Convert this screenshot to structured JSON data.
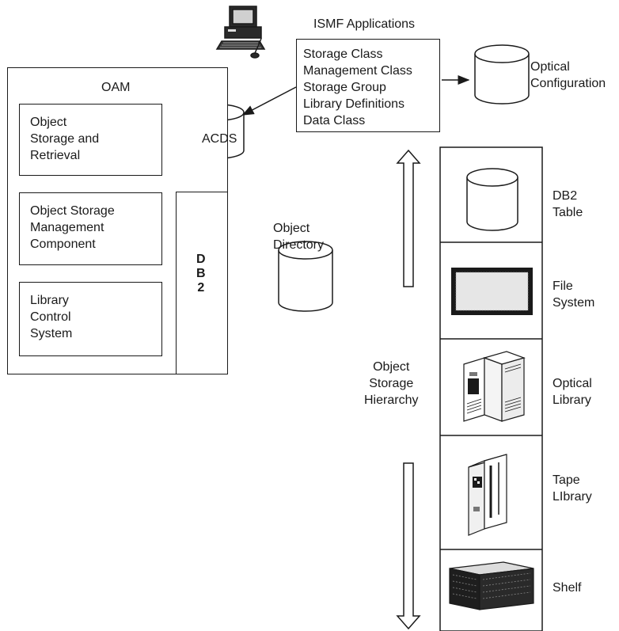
{
  "oam": {
    "title": "OAM",
    "osr": "Object\nStorage and\nRetrieval",
    "osmc": "Object Storage\nManagement\nComponent",
    "lcs": "Library\nControl\nSystem",
    "db2": "D\nB\n2"
  },
  "ismf": {
    "title": "ISMF Applications",
    "items": [
      "Storage Class",
      "Management Class",
      "Storage Group",
      "Library Definitions",
      "Data Class"
    ]
  },
  "acds": "ACDS",
  "optical_config": "Optical\nConfiguration",
  "object_directory": "Object\nDirectory",
  "hierarchy_label": "Object\nStorage\nHierarchy",
  "hierarchy": [
    {
      "label": "DB2\nTable",
      "icon": "database-cylinder-icon"
    },
    {
      "label": "File\nSystem",
      "icon": "file-system-icon"
    },
    {
      "label": "Optical\nLibrary",
      "icon": "optical-library-icon"
    },
    {
      "label": "Tape\nLIbrary",
      "icon": "tape-library-icon"
    },
    {
      "label": "Shelf",
      "icon": "shelf-storage-icon"
    }
  ],
  "colors": {
    "stroke": "#1a1a1a",
    "fill": "#ffffff",
    "screen": "#e6e6e6"
  }
}
